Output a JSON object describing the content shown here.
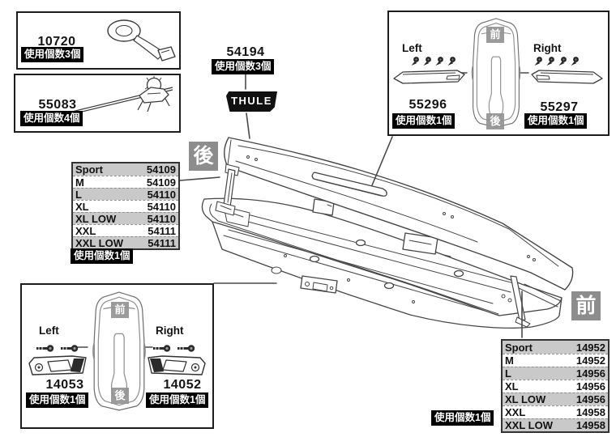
{
  "colors": {
    "background": "#ffffff",
    "line": "#454545",
    "badge_bg": "#000000",
    "badge_text": "#ffffff",
    "gray_label_bg": "#8d8d8d",
    "table_row_gray": "#c9c9c9",
    "logo_bg": "#111111"
  },
  "boxes": {
    "strap": {
      "number": "10720",
      "qty": "使用個数3個",
      "icon": "strap-coil-icon"
    },
    "rod": {
      "number": "55083",
      "qty": "使用個数4個",
      "icon": "tension-rod-icon"
    },
    "logo": {
      "number": "54194",
      "qty": "使用個数3個",
      "brand": "THULE"
    },
    "lid_strips": {
      "left_label": "Left",
      "right_label": "Right",
      "front": "前",
      "rear": "後",
      "left_number": "55296",
      "left_qty": "使用個数1個",
      "right_number": "55297",
      "right_qty": "使用個数1個"
    },
    "base_mounts": {
      "left_label": "Left",
      "right_label": "Right",
      "front": "前",
      "rear": "後",
      "left_number": "14053",
      "left_qty": "使用個数1個",
      "right_number": "14052",
      "right_qty": "使用個数1個"
    }
  },
  "lid_table": {
    "qty": "使用個数1個",
    "rows": [
      {
        "size": "Sport",
        "num": "54109"
      },
      {
        "size": "M",
        "num": "54109"
      },
      {
        "size": "L",
        "num": "54110"
      },
      {
        "size": "XL",
        "num": "54110"
      },
      {
        "size": "XL LOW",
        "num": "54110"
      },
      {
        "size": "XXL",
        "num": "54111"
      },
      {
        "size": "XXL LOW",
        "num": "54111"
      }
    ]
  },
  "base_table": {
    "qty": "使用個数1個",
    "rows": [
      {
        "size": "Sport",
        "num": "14952"
      },
      {
        "size": "M",
        "num": "14952"
      },
      {
        "size": "L",
        "num": "14956"
      },
      {
        "size": "XL",
        "num": "14956"
      },
      {
        "size": "XL LOW",
        "num": "14956"
      },
      {
        "size": "XXL",
        "num": "14958"
      },
      {
        "size": "XXL LOW",
        "num": "14958"
      }
    ]
  },
  "diagram": {
    "rear_label": "後",
    "front_label": "前"
  }
}
